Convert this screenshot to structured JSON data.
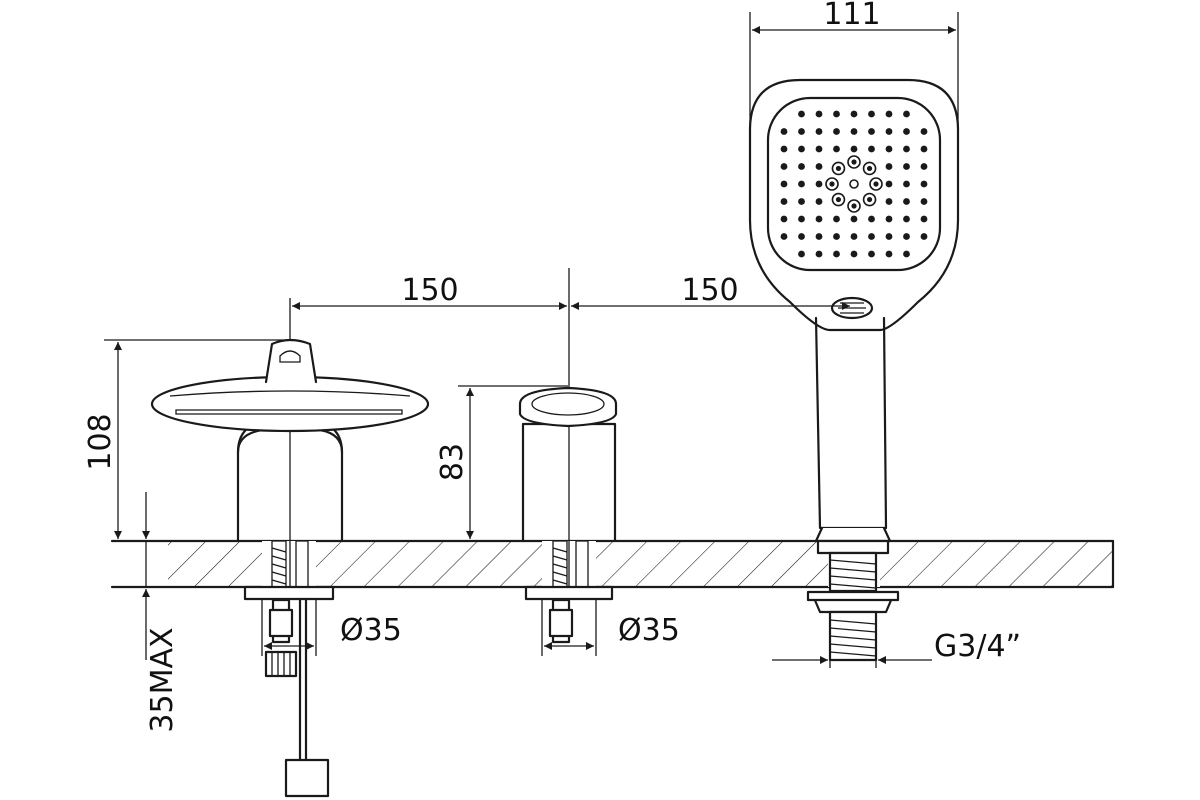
{
  "dimensions": {
    "width_top": "111",
    "spacing_left": "150",
    "spacing_right": "150",
    "height_left": "108",
    "height_middle": "83",
    "diameter_left": "Ø35",
    "diameter_middle": "Ø35",
    "deck_thickness": "35MAX",
    "thread": "G3/4”"
  },
  "colors": {
    "line": "#1a1a1a",
    "background": "#ffffff"
  }
}
